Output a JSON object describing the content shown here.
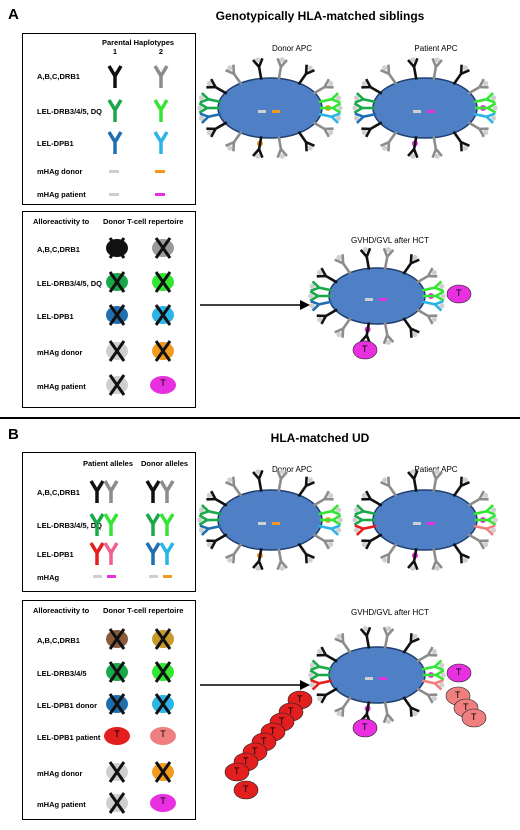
{
  "sectionA": {
    "letter": "A",
    "title": "Genotypically HLA-matched siblings",
    "box1": {
      "header": "Parental Haplotypes",
      "col1": "1",
      "col2": "2",
      "rows": [
        "A,B,C,DRB1",
        "LEL-DRB3/4/5, DQ",
        "LEL-DPB1",
        "mHAg donor",
        "mHAg patient"
      ]
    },
    "box2": {
      "header_left": "Alloreactivity to",
      "header_right": "Donor T-cell repertoire",
      "rows": [
        "A,B,C,DRB1",
        "LEL-DRB3/4/5, DQ",
        "LEL-DPB1",
        "mHAg donor",
        "mHAg patient"
      ]
    },
    "donor_apc": "Donor APC",
    "patient_apc": "Patient APC",
    "gvhd_title": "GVHD/GVL after HCT"
  },
  "sectionB": {
    "letter": "B",
    "title": "HLA-matched UD",
    "box1": {
      "header_left": "Patient alleles",
      "header_right": "Donor alleles",
      "rows": [
        "A,B,C,DRB1",
        "LEL-DRB3/4/5, DQ",
        "LEL-DPB1",
        "mHAg"
      ]
    },
    "box2": {
      "header_left": "Alloreactivity to",
      "header_right": "Donor T-cell repertoire",
      "rows": [
        "A,B,C,DRB1",
        "LEL-DRB3/4/5",
        "LEL-DPB1 donor",
        "LEL-DPB1 patient",
        "mHAg donor",
        "mHAg patient"
      ]
    },
    "donor_apc": "Donor APC",
    "patient_apc": "Patient APC",
    "gvhd_title": "GVHD/GVL after HCT"
  },
  "tcell_letter": "T",
  "colors": {
    "black_y": "#111111",
    "grey_y": "#8c8c8c",
    "green_dark": "#1aa84a",
    "green_light": "#33e633",
    "blue_dark": "#1f6fb0",
    "blue_light": "#2ab4e8",
    "red": "#e31e1e",
    "pink": "#f08080",
    "orange": "#f39a1e",
    "magenta": "#e830e0",
    "brown": "#8a5a3a",
    "gold": "#c79a2a",
    "cell_fill": "#4f7fc4",
    "cell_stroke": "#1f3f70"
  }
}
